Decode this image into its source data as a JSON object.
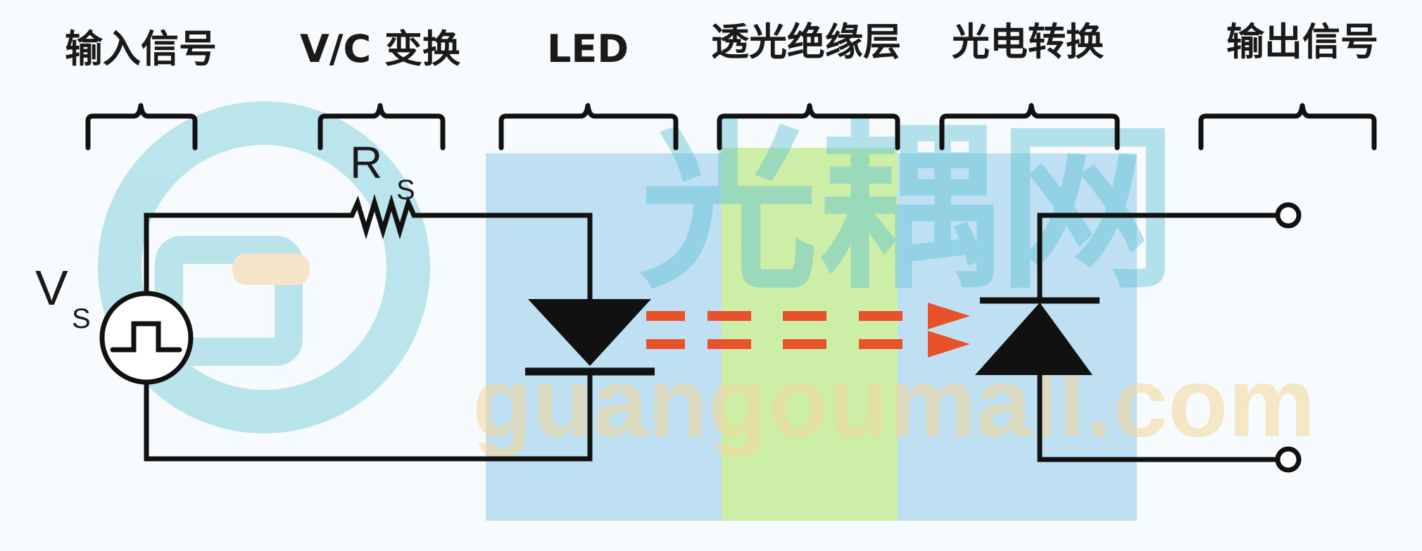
{
  "stages": [
    {
      "key": "input",
      "label": "输入信号"
    },
    {
      "key": "vc",
      "label": "V/C 变换"
    },
    {
      "key": "led",
      "label": "LED"
    },
    {
      "key": "isolation",
      "label": "透光绝缘层"
    },
    {
      "key": "photo",
      "label": "光电转换"
    },
    {
      "key": "output",
      "label": "输出信号"
    }
  ],
  "components": {
    "resistor_label": "R",
    "resistor_subscript": "S",
    "source_label": "V",
    "source_subscript": "S"
  },
  "watermark": {
    "chinese": "光耦网",
    "english": "guangoumall.com"
  },
  "colors": {
    "band_blue": "#bfe0f2",
    "band_green": "#cdeea6",
    "light_beam": "#e8522a",
    "watermark_teal": "#5ec3d6",
    "watermark_gold": "#f4d89a"
  }
}
